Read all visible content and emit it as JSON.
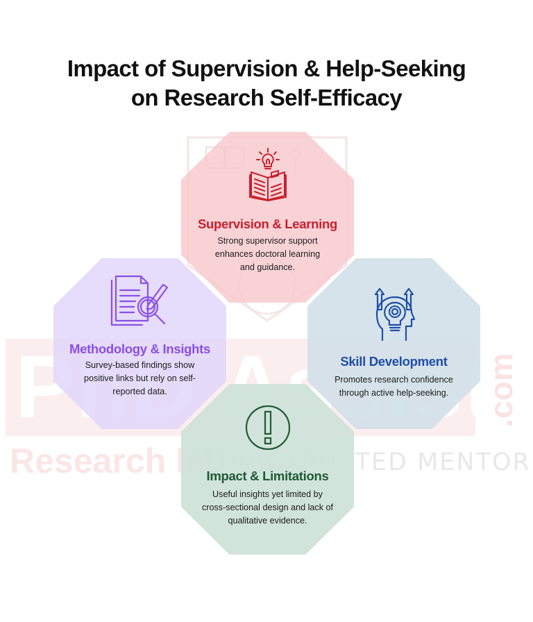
{
  "title": {
    "line1": "Impact of Supervision & Help-Seeking",
    "line2": "on Research Self-Efficacy"
  },
  "watermark": {
    "brand": "PhD Assistance",
    "domain": ".com",
    "sub": "Research lab",
    "tagline": "| YOUR TRUSTED MENTOR"
  },
  "cards": {
    "supervision": {
      "icon": "book-lightbulb-icon",
      "heading": "Supervision & Learning",
      "description": "Strong supervisor support enhances doctoral learning and guidance.",
      "color": "#c8202c",
      "background": "#f8c8cd"
    },
    "methodology": {
      "icon": "document-magnifier-icon",
      "heading": "Methodology & Insights",
      "description": "Survey-based findings show positive links but rely on self-reported data.",
      "color": "#8a4fe6",
      "background": "#e2d6fa"
    },
    "skill": {
      "icon": "head-lightbulb-gear-icon",
      "heading": "Skill Development",
      "description": "Promotes research confidence through active help-seeking.",
      "color": "#1e4fa8",
      "background": "#cfdee8"
    },
    "impact": {
      "icon": "exclamation-circle-icon",
      "heading": "Impact & Limitations",
      "description": "Useful insights yet limited by cross-sectional design and lack of qualitative evidence.",
      "color": "#1e5a36",
      "background": "#cde2d8"
    }
  }
}
